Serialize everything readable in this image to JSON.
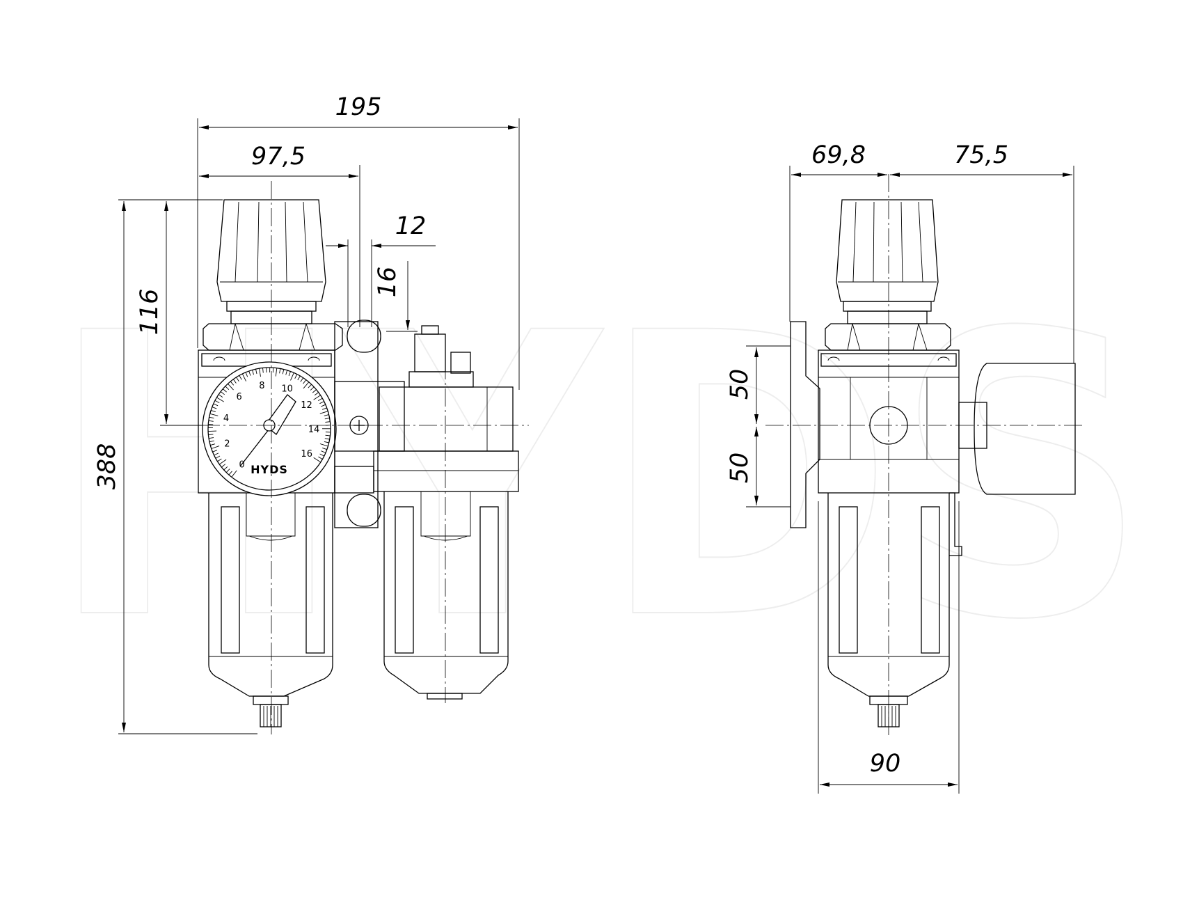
{
  "watermark": "HYDS",
  "gauge": {
    "brand": "HYDS",
    "scale": [
      "0",
      "2",
      "4",
      "6",
      "8",
      "10",
      "12",
      "14",
      "16"
    ]
  },
  "dimensions": {
    "overall_width": "195",
    "half_width": "97,5",
    "port_offset": "12",
    "port_drop": "16",
    "axis_height": "116",
    "overall_height": "388",
    "side_left": "69,8",
    "side_right": "75,5",
    "upper_mount": "50",
    "lower_mount": "50",
    "body_width": "90"
  }
}
